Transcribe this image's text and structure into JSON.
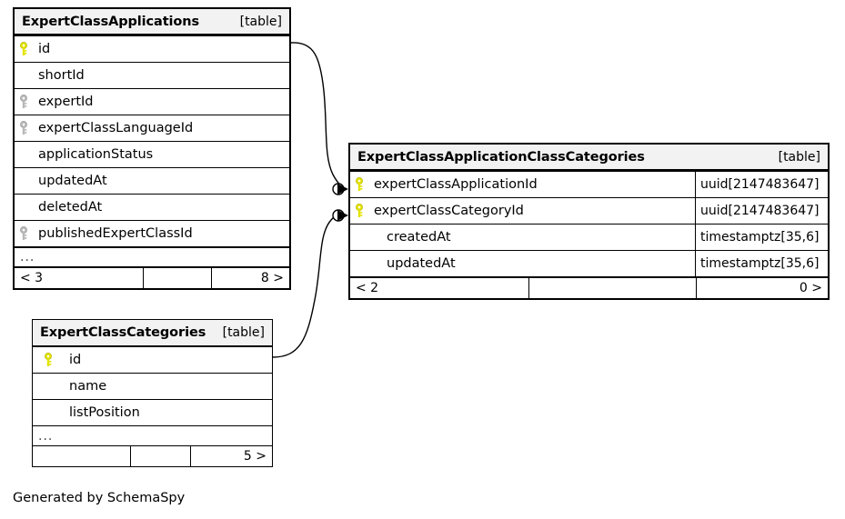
{
  "diagram": {
    "generator_note": "Generated by SchemaSpy",
    "table_tag": "[table]",
    "ellipsis": "...",
    "key_icon_primary": "key-icon-primary",
    "key_icon_foreign": "key-icon-foreign",
    "colors": {
      "primary_key": "#e3e300",
      "foreign_key": "#b3b3b3",
      "header_bg": "#f2f2f2",
      "border": "#000000",
      "background": "#ffffff"
    }
  },
  "tables": [
    {
      "id": "ExpertClassApplications",
      "name": "ExpertClassApplications",
      "tag": "[table]",
      "columns": [
        {
          "name": "id",
          "key": "primary",
          "type": ""
        },
        {
          "name": "shortId",
          "key": "none",
          "type": ""
        },
        {
          "name": "expertId",
          "key": "foreign",
          "type": ""
        },
        {
          "name": "expertClassLanguageId",
          "key": "foreign",
          "type": ""
        },
        {
          "name": "applicationStatus",
          "key": "none",
          "type": ""
        },
        {
          "name": "updatedAt",
          "key": "none",
          "type": ""
        },
        {
          "name": "deletedAt",
          "key": "none",
          "type": ""
        },
        {
          "name": "publishedExpertClassId",
          "key": "foreign",
          "type": ""
        }
      ],
      "more_indicator": "...",
      "footer": {
        "left": "< 3",
        "middle": "",
        "right": "8 >"
      }
    },
    {
      "id": "ExpertClassApplicationClassCategories",
      "name": "ExpertClassApplicationClassCategories",
      "tag": "[table]",
      "columns": [
        {
          "name": "expertClassApplicationId",
          "key": "primary",
          "type": "uuid[2147483647]"
        },
        {
          "name": "expertClassCategoryId",
          "key": "primary",
          "type": "uuid[2147483647]"
        },
        {
          "name": "createdAt",
          "key": "none",
          "type": "timestamptz[35,6]"
        },
        {
          "name": "updatedAt",
          "key": "none",
          "type": "timestamptz[35,6]"
        }
      ],
      "more_indicator": "",
      "footer": {
        "left": "< 2",
        "middle": "",
        "right": "0 >"
      }
    },
    {
      "id": "ExpertClassCategories",
      "name": "ExpertClassCategories",
      "tag": "[table]",
      "columns": [
        {
          "name": "id",
          "key": "primary",
          "type": ""
        },
        {
          "name": "name",
          "key": "none",
          "type": ""
        },
        {
          "name": "listPosition",
          "key": "none",
          "type": ""
        }
      ],
      "more_indicator": "...",
      "footer": {
        "left": "",
        "middle": "",
        "right": "5 >"
      }
    }
  ],
  "relationships": [
    {
      "from_table": "ExpertClassApplications",
      "from_column": "id",
      "to_table": "ExpertClassApplicationClassCategories",
      "to_column": "expertClassApplicationId",
      "from_cardinality": "zero-or-one",
      "to_cardinality": "many"
    },
    {
      "from_table": "ExpertClassCategories",
      "from_column": "id",
      "to_table": "ExpertClassApplicationClassCategories",
      "to_column": "expertClassCategoryId",
      "from_cardinality": "zero-or-one",
      "to_cardinality": "many"
    }
  ]
}
